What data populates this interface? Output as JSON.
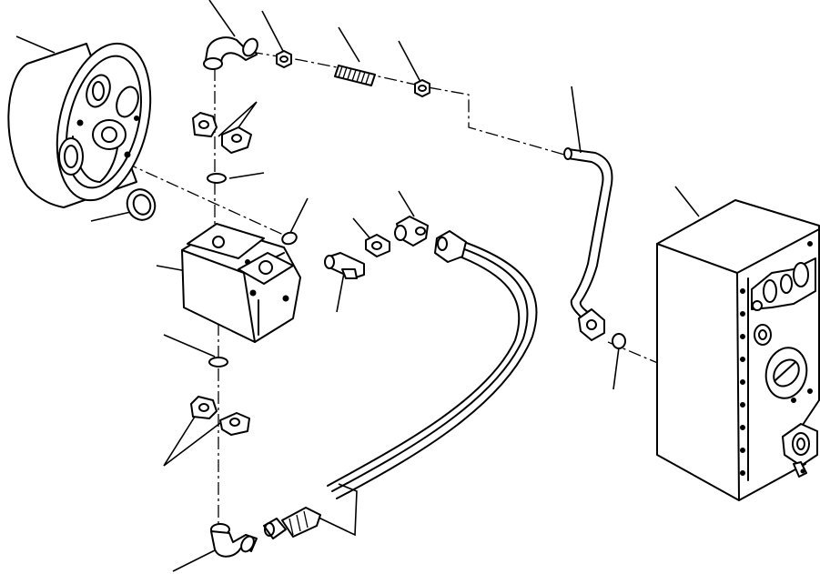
{
  "diagram": {
    "components": [
      {
        "id": "torque-converter-housing",
        "icon": "flywheel-housing"
      },
      {
        "id": "elbow-fitting-top",
        "icon": "elbow-fitting"
      },
      {
        "id": "nut-1",
        "icon": "nut"
      },
      {
        "id": "hose-spring",
        "icon": "spring"
      },
      {
        "id": "nut-2",
        "icon": "nut"
      },
      {
        "id": "clamp-top",
        "icon": "clamp"
      },
      {
        "id": "o-ring-1",
        "icon": "o-ring"
      },
      {
        "id": "o-ring-2",
        "icon": "o-ring"
      },
      {
        "id": "seal-ring",
        "icon": "seal-ring"
      },
      {
        "id": "pump",
        "icon": "gear-pump"
      },
      {
        "id": "tee-fitting",
        "icon": "tee-fitting"
      },
      {
        "id": "connector",
        "icon": "connector"
      },
      {
        "id": "elbow-adapter",
        "icon": "elbow-adapter"
      },
      {
        "id": "hose-assembly",
        "icon": "hose"
      },
      {
        "id": "metal-tube",
        "icon": "tube"
      },
      {
        "id": "o-ring-3",
        "icon": "o-ring"
      },
      {
        "id": "transmission-case",
        "icon": "transmission"
      },
      {
        "id": "o-ring-bottom",
        "icon": "o-ring"
      },
      {
        "id": "clamp-bottom",
        "icon": "clamp"
      },
      {
        "id": "elbow-fitting-bottom",
        "icon": "elbow-fitting"
      },
      {
        "id": "hose-end-fitting",
        "icon": "hose-fitting"
      }
    ]
  }
}
